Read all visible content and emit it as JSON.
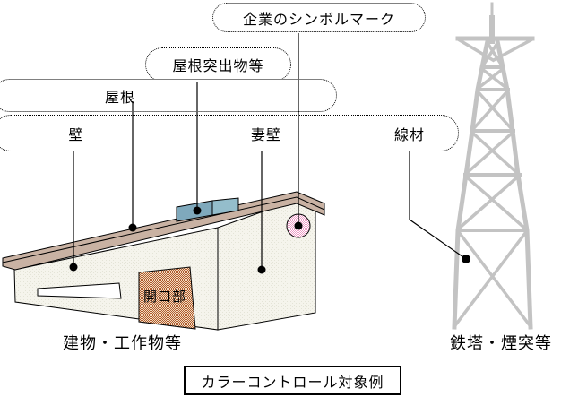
{
  "callouts": {
    "corporate_symbol": "企業のシンボルマーク",
    "roof_protrusion": "屋根突出物等",
    "roof": "屋根",
    "wall": "壁",
    "gable_wall": "妻壁",
    "wire": "線材"
  },
  "building": {
    "opening": "開口部",
    "caption": "建物・工作物等"
  },
  "tower": {
    "caption": "鉄塔・煙突等"
  },
  "footer": {
    "label": "カラーコントロール対象例"
  },
  "colors": {
    "roof": "#c9b2a3",
    "wall_base": "#f5f4ec",
    "wall_dot": "#e4e4d7",
    "protrusion_front": "#7fa9bc",
    "protrusion_side": "#94bdcb",
    "door_base": "#f0dcc0",
    "door_check": "#b05a2e",
    "symbol_base": "#ffffff",
    "symbol_check": "#ee9cc6",
    "tower": "#c3c3c3",
    "line": "#000000"
  }
}
